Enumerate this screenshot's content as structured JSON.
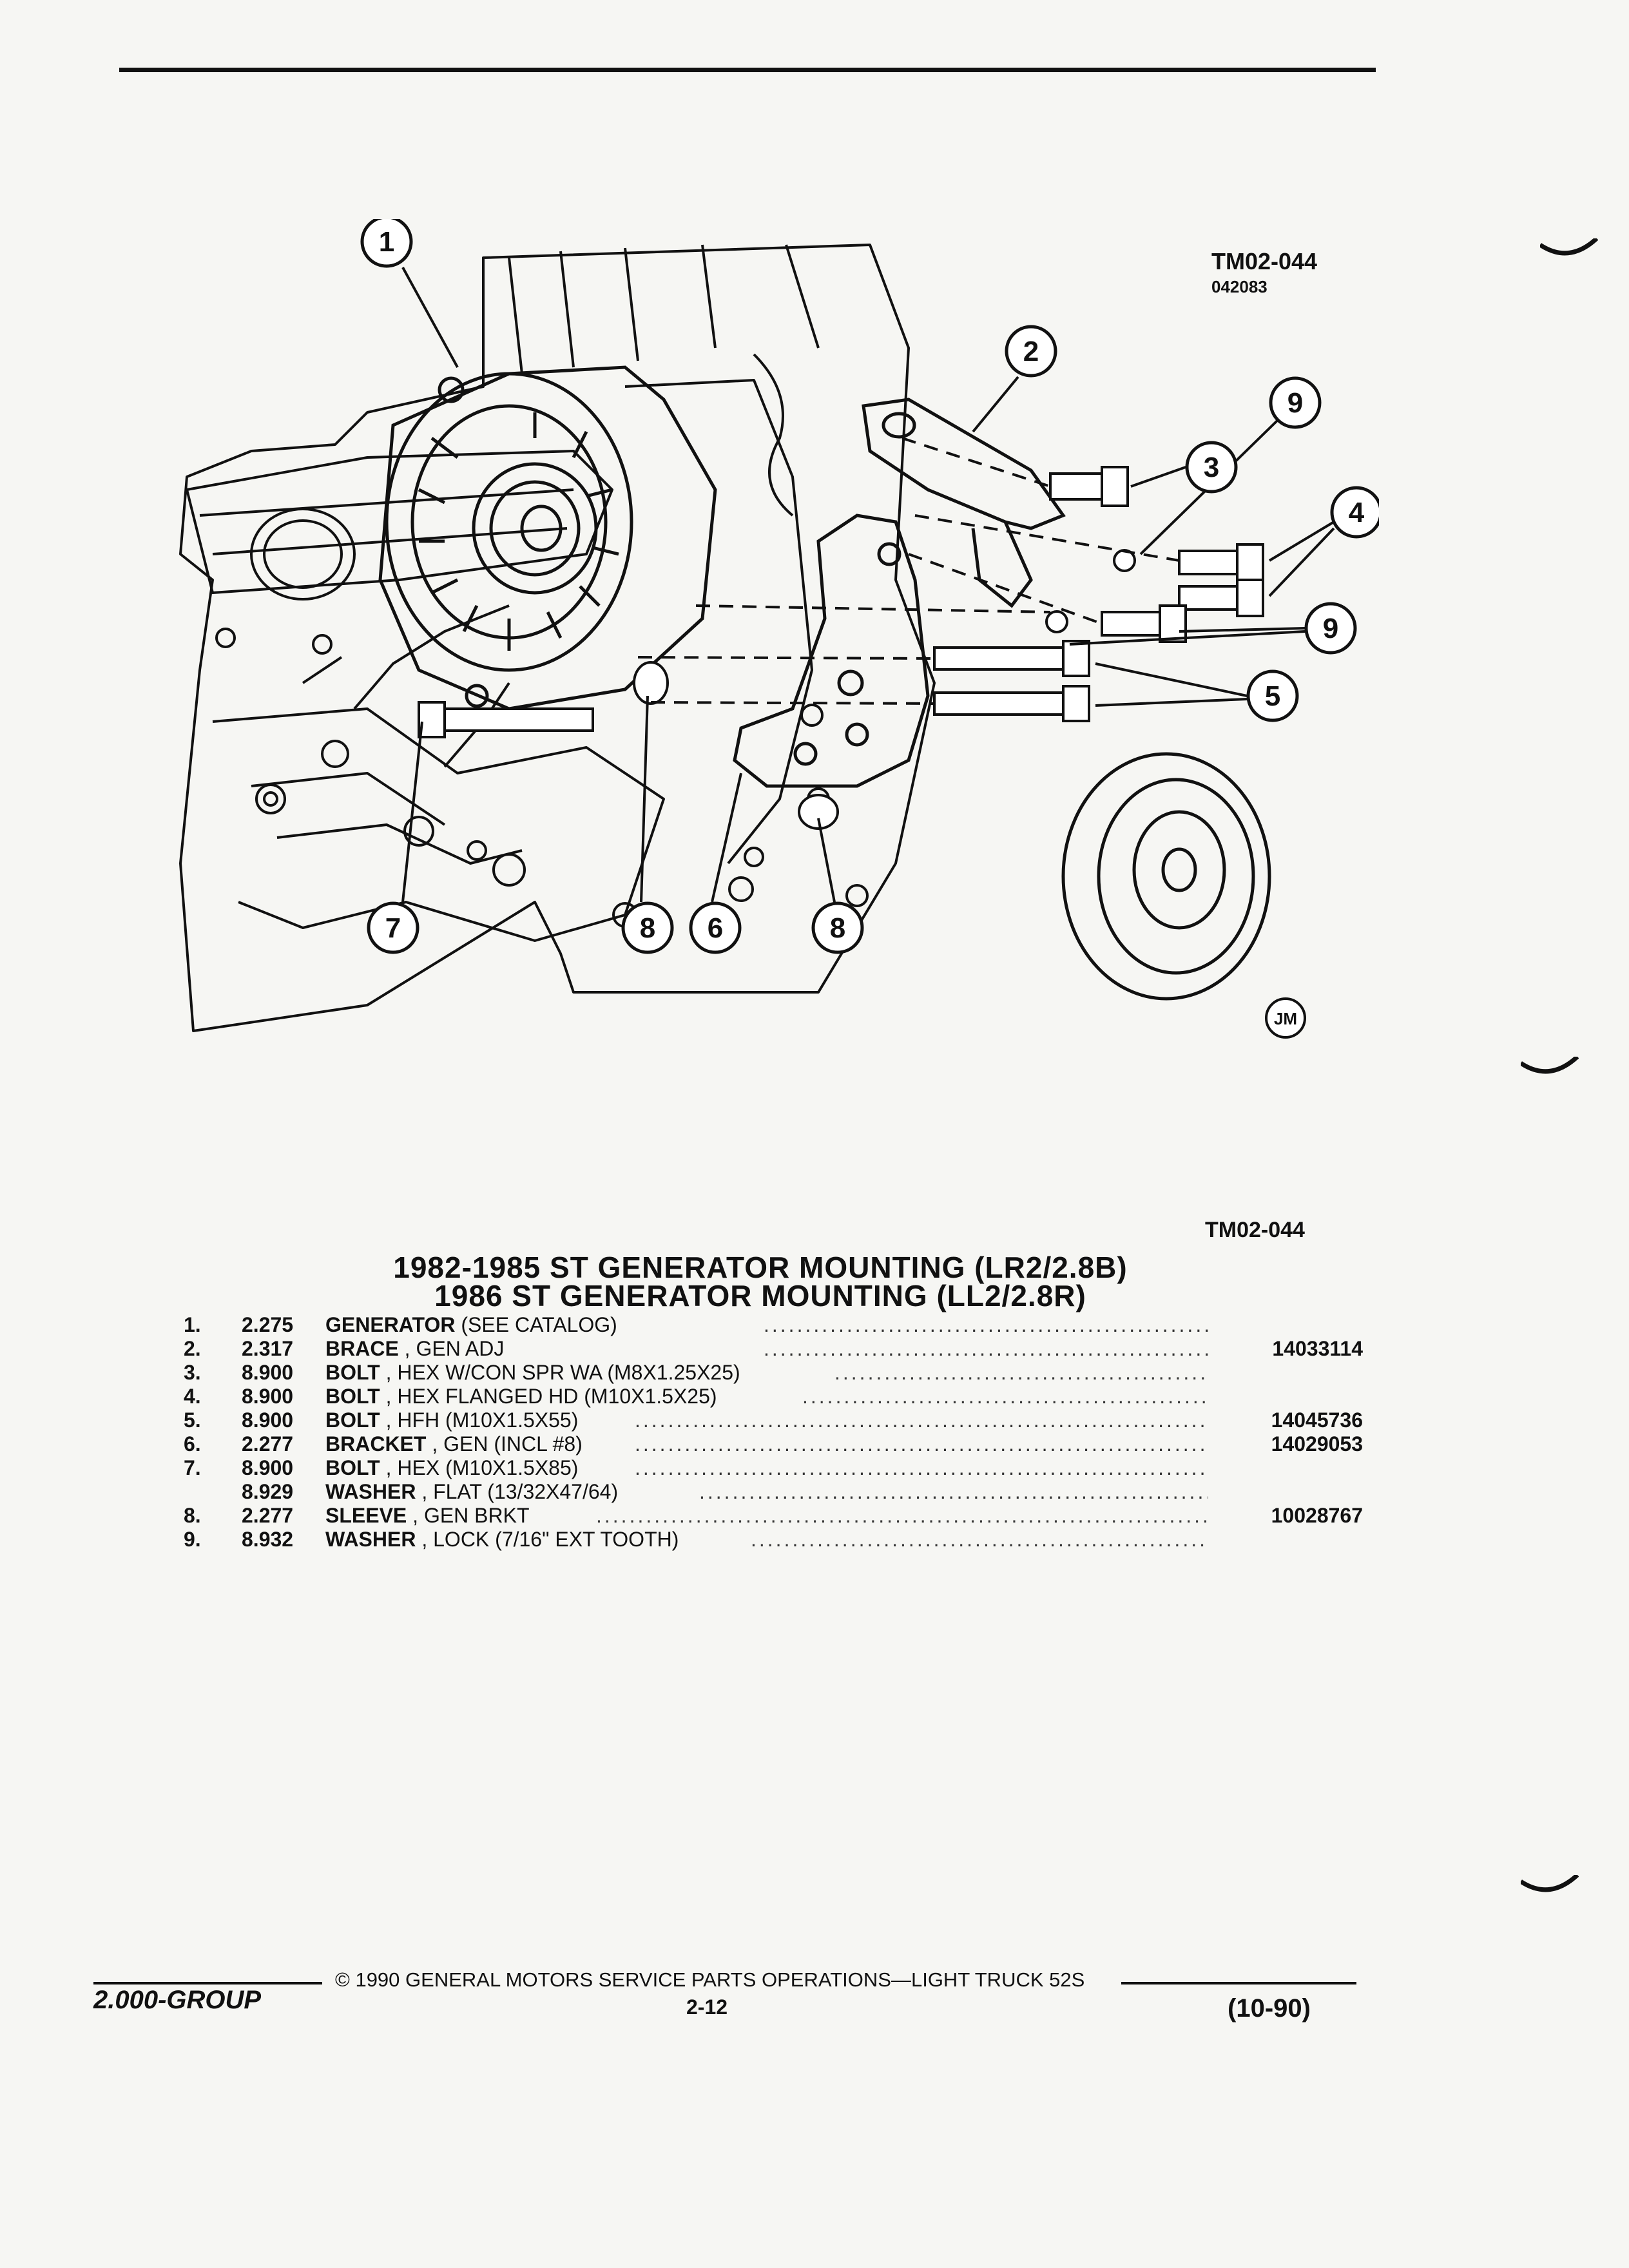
{
  "header": {
    "tm_code": "TM02-044",
    "tm_sub": "042083"
  },
  "diagram": {
    "callouts": [
      "1",
      "2",
      "3",
      "4",
      "5",
      "6",
      "7",
      "8",
      "8",
      "9",
      "9"
    ],
    "artist_mark": "JM"
  },
  "caption": {
    "tm_code": "TM02-044"
  },
  "title": {
    "line1": "1982-1985 ST GENERATOR MOUNTING (LR2/2.8B)",
    "line2": "1986 ST GENERATOR MOUNTING (LL2/2.8R)"
  },
  "parts": [
    {
      "num": "1.",
      "code": "2.275",
      "name": "GENERATOR",
      "detail": " (SEE CATALOG)",
      "pn": ""
    },
    {
      "num": "2.",
      "code": "2.317",
      "name": "BRACE",
      "detail": " , GEN ADJ",
      "pn": "14033114"
    },
    {
      "num": "3.",
      "code": "8.900",
      "name": "BOLT",
      "detail": " , HEX W/CON SPR WA (M8X1.25X25)",
      "pn": ""
    },
    {
      "num": "4.",
      "code": "8.900",
      "name": "BOLT",
      "detail": " , HEX FLANGED HD (M10X1.5X25)",
      "pn": ""
    },
    {
      "num": "5.",
      "code": "8.900",
      "name": "BOLT",
      "detail": " , HFH (M10X1.5X55)",
      "pn": "14045736"
    },
    {
      "num": "6.",
      "code": "2.277",
      "name": "BRACKET",
      "detail": " , GEN (INCL #8)",
      "pn": "14029053"
    },
    {
      "num": "7.",
      "code": "8.900",
      "name": "BOLT",
      "detail": " , HEX (M10X1.5X85)",
      "pn": ""
    },
    {
      "num": "",
      "code": "8.929",
      "name": "WASHER",
      "detail": " , FLAT (13/32X47/64)",
      "pn": ""
    },
    {
      "num": "8.",
      "code": "2.277",
      "name": "SLEEVE",
      "detail": " , GEN BRKT",
      "pn": "10028767"
    },
    {
      "num": "9.",
      "code": "8.932",
      "name": "WASHER",
      "detail": " , LOCK (7/16\" EXT TOOTH)",
      "pn": ""
    }
  ],
  "footer": {
    "group": "2.000-GROUP",
    "copyright": "© 1990 GENERAL MOTORS SERVICE PARTS OPERATIONS—LIGHT TRUCK 52S",
    "page": "2-12",
    "date": "(10-90)"
  }
}
